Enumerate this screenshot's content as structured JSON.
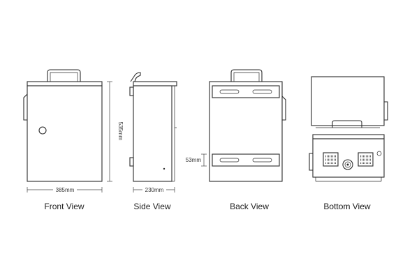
{
  "labels": {
    "front": "Front View",
    "side": "Side View",
    "back": "Back View",
    "bottom": "Bottom View"
  },
  "dimensions": {
    "front_width": "385mm",
    "front_height": "535mm",
    "side_depth": "230mm",
    "back_spacing": "53mm"
  },
  "colors": {
    "line": "#2b2b2b",
    "background": "#ffffff"
  }
}
